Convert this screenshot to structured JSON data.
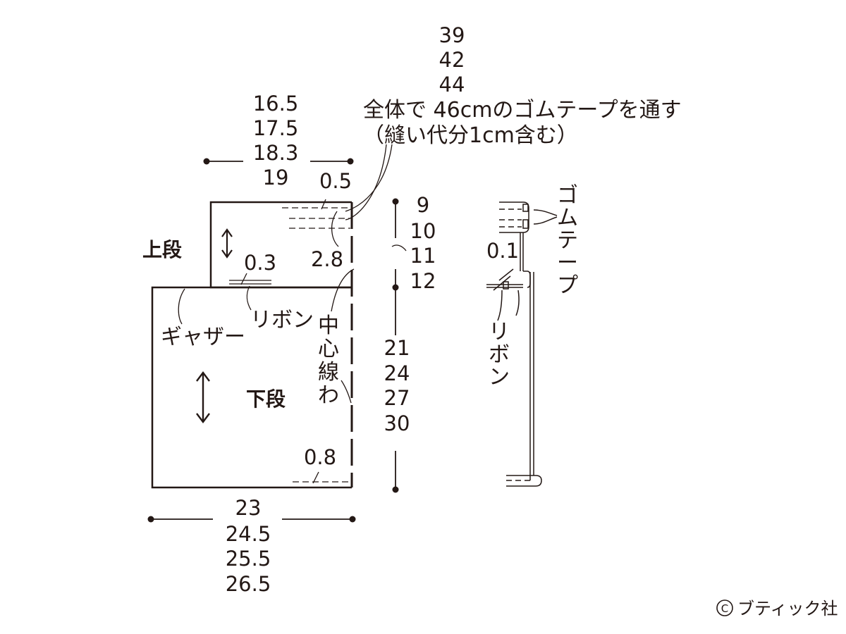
{
  "title_lines": [
    "全体で 46cmのゴムテープを通す",
    "（縫い代分1cm含む）"
  ],
  "top_numbers": [
    "39",
    "42",
    "44"
  ],
  "upper_width": [
    "16.5",
    "17.5",
    "18.3",
    "19"
  ],
  "upper_height": [
    "9",
    "10",
    "11",
    "12"
  ],
  "lower_height": [
    "21",
    "24",
    "27",
    "30"
  ],
  "lower_width": [
    "23",
    "24.5",
    "25.5",
    "26.5"
  ],
  "seam_upper_top": "0.5",
  "seam_upper_casing": "2.8",
  "seam_ribbon": "0.3",
  "seam_hem": "0.8",
  "seam_side": "0.1",
  "label_upper": "上段",
  "label_lower": "下段",
  "label_gather": "ギャザー",
  "label_ribbon": "リボン",
  "label_center_line": [
    "中",
    "心",
    "線",
    "わ"
  ],
  "label_elastic_vertical": [
    "ゴ",
    "ム",
    "テ",
    "ー",
    "プ"
  ],
  "label_ribbon_vertical": [
    "リ",
    "ボ",
    "ン"
  ],
  "copyright": "ブティック社"
}
